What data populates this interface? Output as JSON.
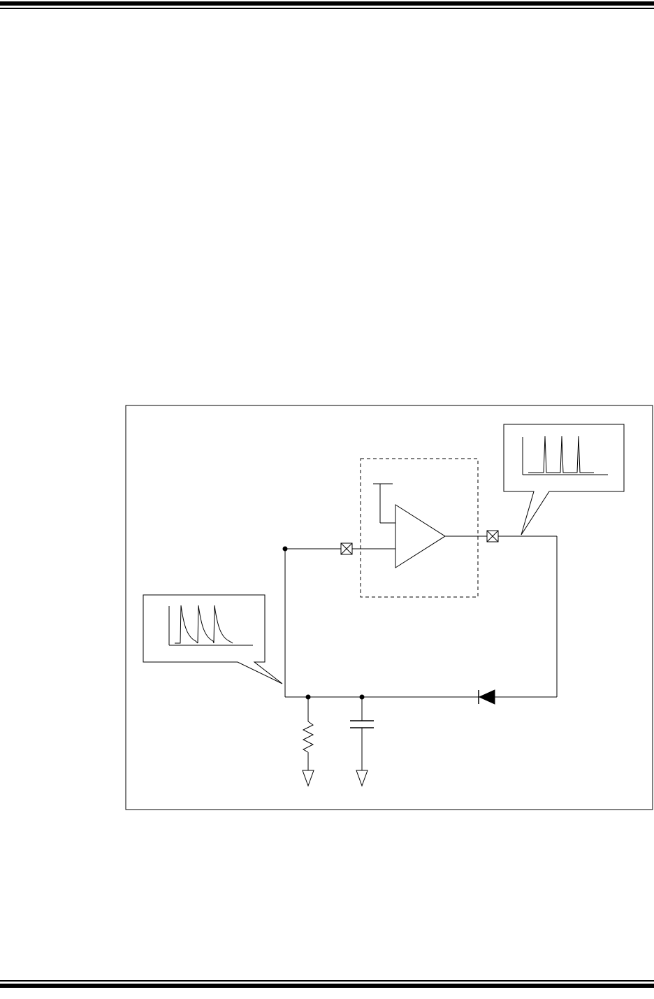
{
  "colors": {
    "background": "#ffffff",
    "ink": "#000000"
  },
  "header": {
    "rule_style": "thick-over-thin"
  },
  "footer": {
    "rule_style": "thin-over-thick"
  },
  "figure": {
    "callouts": [
      {
        "id": "input-waveform",
        "waveform": "decaying-pulse-train",
        "pulse_count": 3
      },
      {
        "id": "output-waveform",
        "waveform": "narrow-spike-train",
        "pulse_count": 3
      }
    ],
    "components": [
      "comparator-amplifier",
      "reference-input",
      "input-pin",
      "output-pin",
      "diode",
      "resistor",
      "capacitor",
      "ground",
      "ground",
      "node",
      "node",
      "node"
    ]
  }
}
